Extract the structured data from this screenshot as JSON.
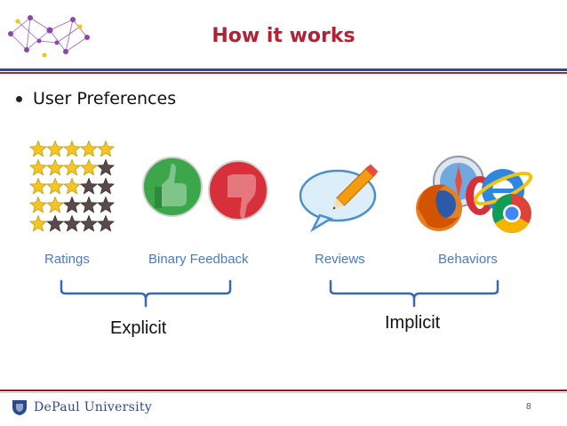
{
  "slide": {
    "title": "How it works",
    "bullet": "User Preferences",
    "page_number": "8"
  },
  "categories": {
    "ratings": "Ratings",
    "binary_feedback": "Binary Feedback",
    "reviews": "Reviews",
    "behaviors": "Behaviors"
  },
  "groups": {
    "explicit": "Explicit",
    "implicit": "Implicit"
  },
  "ratings_icon": {
    "rows_filled_stars": [
      5,
      4,
      3,
      2,
      1
    ],
    "max_stars": 5
  },
  "footer": {
    "university": "DePaul University"
  },
  "colors": {
    "title": "#b22234",
    "label": "#4a7bc0",
    "brand_blue": "#2e4b8f",
    "star_filled": "#f3c623",
    "star_empty": "#5a4a4a"
  }
}
